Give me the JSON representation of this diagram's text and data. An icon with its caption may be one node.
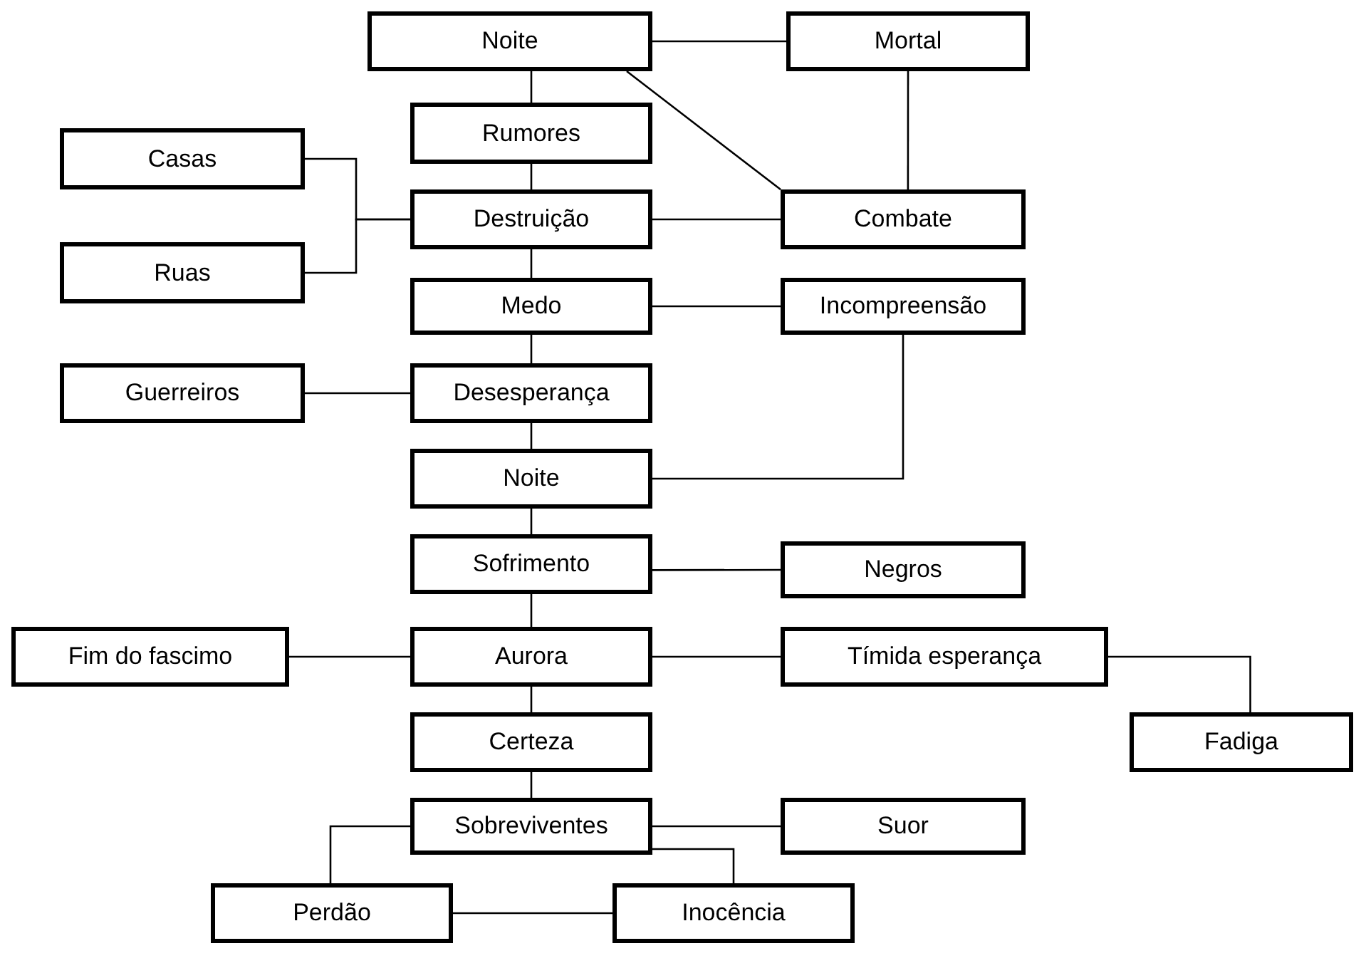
{
  "diagram": {
    "nodes": [
      {
        "text": [
          "Noite"
        ]
      },
      {
        "text": [
          "Mortal"
        ]
      },
      {
        "text": [
          "Rumores"
        ]
      },
      {
        "text": [
          "Casas"
        ]
      },
      {
        "text": [
          "Destruição"
        ]
      },
      {
        "text": [
          "Combate"
        ]
      },
      {
        "text": [
          "Ruas"
        ]
      },
      {
        "text": [
          "Medo"
        ]
      },
      {
        "text": [
          "Incompreensão"
        ]
      },
      {
        "text": [
          "Guerreiros"
        ]
      },
      {
        "text": [
          "Desesperança"
        ]
      },
      {
        "text": [
          "Noite"
        ]
      },
      {
        "text": [
          "Sofrimento"
        ]
      },
      {
        "text": [
          "Negros"
        ]
      },
      {
        "text": [
          "Fim do fascimo"
        ]
      },
      {
        "text": [
          "Aurora"
        ]
      },
      {
        "text": [
          "Tímida esperança"
        ]
      },
      {
        "text": [
          "Certeza"
        ]
      },
      {
        "text": [
          "Fadiga"
        ]
      },
      {
        "text": [
          "Sobreviventes"
        ]
      },
      {
        "text": [
          "Suor"
        ]
      },
      {
        "text": [
          "Perdão"
        ]
      },
      {
        "text": [
          "Inocência"
        ]
      }
    ],
    "edges": [
      {
        "from": 0,
        "to": 1,
        "arrow": "none"
      },
      {
        "from": 0,
        "to": 5,
        "arrow": "none"
      },
      {
        "from": 1,
        "to": 5,
        "arrow": "none"
      },
      {
        "from": 0,
        "to": 2,
        "arrow": "none"
      },
      {
        "from": 2,
        "to": 4,
        "arrow": "none"
      },
      {
        "from": 3,
        "to": 4,
        "arrow": "none"
      },
      {
        "from": 6,
        "to": 4,
        "arrow": "none"
      },
      {
        "from": 4,
        "to": 5,
        "arrow": "none"
      },
      {
        "from": 4,
        "to": 7,
        "arrow": "none"
      },
      {
        "from": 7,
        "to": 8,
        "arrow": "none"
      },
      {
        "from": 7,
        "to": 10,
        "arrow": "none"
      },
      {
        "from": 9,
        "to": 10,
        "arrow": "none"
      },
      {
        "from": 10,
        "to": 11,
        "arrow": "none"
      },
      {
        "from": 8,
        "to": 11,
        "arrow": "none"
      },
      {
        "from": 11,
        "to": 12,
        "arrow": "none"
      },
      {
        "from": 12,
        "to": 13,
        "arrow": "none"
      },
      {
        "from": 12,
        "to": 15,
        "arrow": "none"
      },
      {
        "from": 14,
        "to": 15,
        "arrow": "none"
      },
      {
        "from": 15,
        "to": 16,
        "arrow": "none"
      },
      {
        "from": 16,
        "to": 18,
        "arrow": "none"
      },
      {
        "from": 15,
        "to": 17,
        "arrow": "none"
      },
      {
        "from": 17,
        "to": 19,
        "arrow": "none"
      },
      {
        "from": 19,
        "to": 20,
        "arrow": "none"
      },
      {
        "from": 19,
        "to": 21,
        "arrow": "none"
      },
      {
        "from": 19,
        "to": 22,
        "arrow": "none"
      },
      {
        "from": 21,
        "to": 22,
        "arrow": "none"
      }
    ]
  }
}
